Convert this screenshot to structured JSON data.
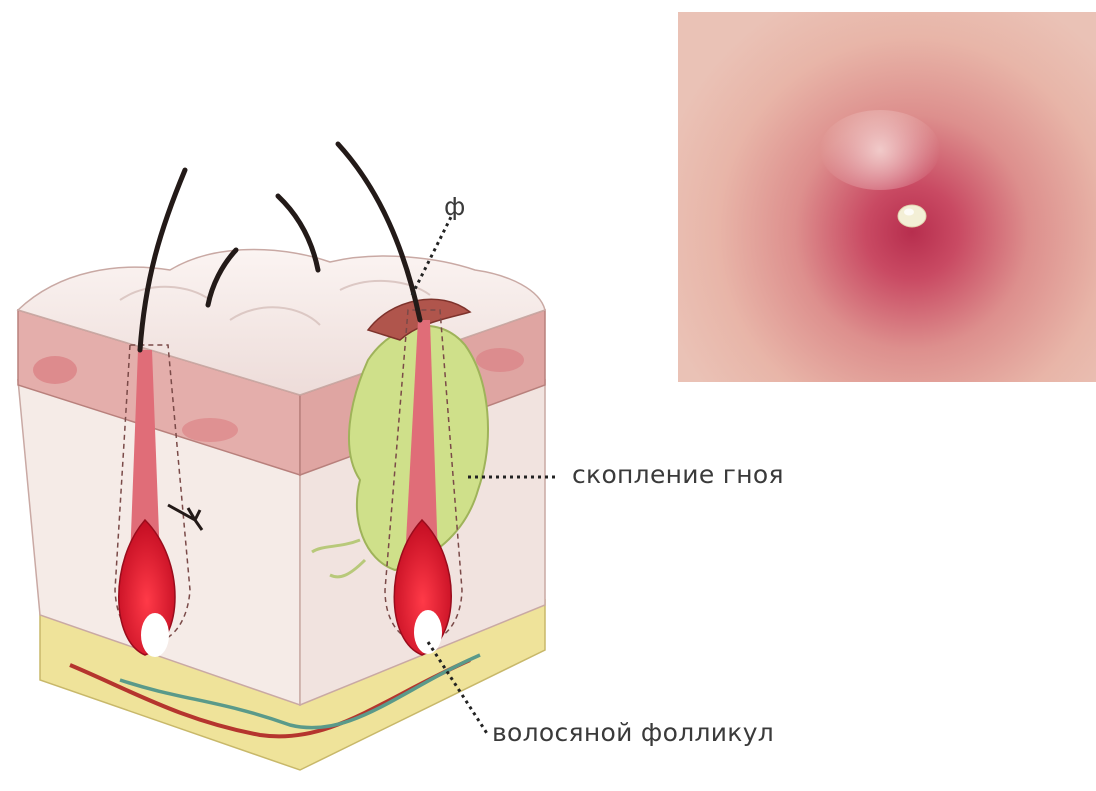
{
  "labels": {
    "top": "ф",
    "pus": "скопление гноя",
    "follicle": "волосяной фолликул"
  },
  "colors": {
    "background": "#ffffff",
    "label_text": "#3a3a3a",
    "epidermis": "#e6b3b0",
    "dermis": "#f4e8e4",
    "fat_layer": "#efe39a",
    "follicle_bulb": "#d8142a",
    "pus": "#cfe08a",
    "hair": "#231a18",
    "artery": "#b5352e",
    "vein": "#5a9a8a",
    "photo_skin": "#e7b7ab",
    "photo_inflammation": "#c4405a",
    "pustule_head": "#f3efd6"
  },
  "icons": {
    "diagram": "skin-cross-section-illustration",
    "photo": "skin-pustule-photo"
  }
}
